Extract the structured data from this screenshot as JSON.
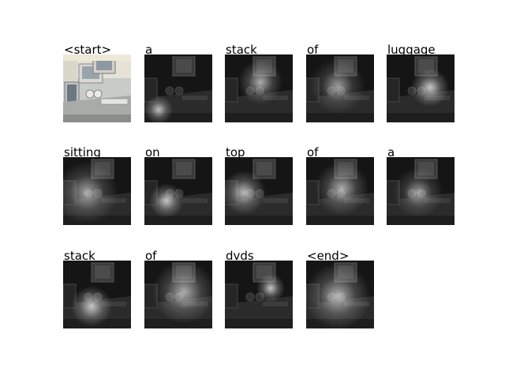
{
  "figure": {
    "panels": [
      {
        "word": "<start>",
        "style": "photo"
      },
      {
        "word": "a"
      },
      {
        "word": "stack"
      },
      {
        "word": "of"
      },
      {
        "word": "luggage"
      },
      {
        "word": "sitting"
      },
      {
        "word": "on"
      },
      {
        "word": "top"
      },
      {
        "word": "of"
      },
      {
        "word": "a"
      },
      {
        "word": "stack"
      },
      {
        "word": "of"
      },
      {
        "word": "dvds"
      },
      {
        "word": "<end>"
      }
    ]
  }
}
